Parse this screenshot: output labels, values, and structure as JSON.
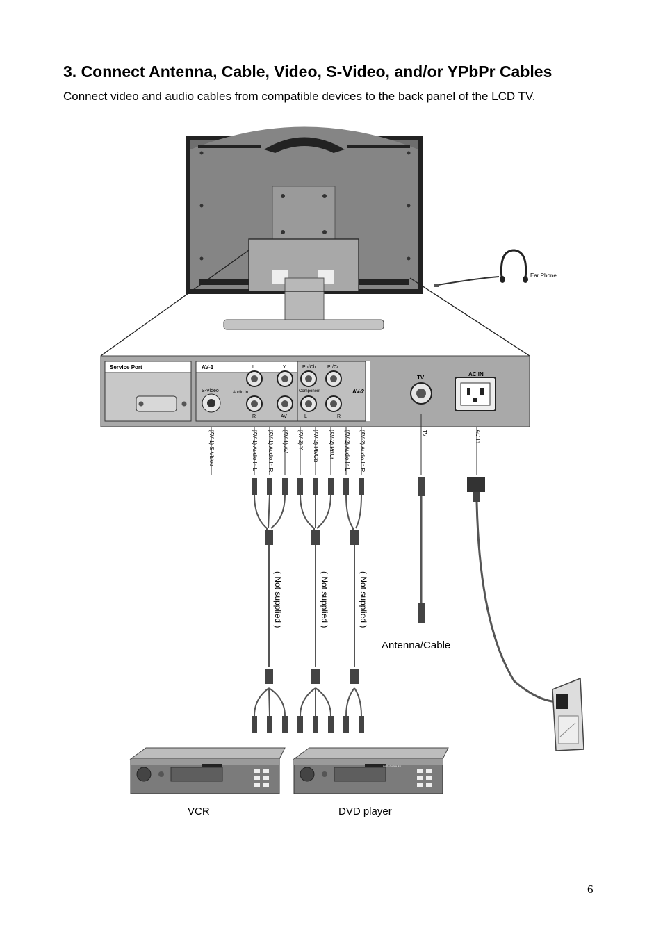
{
  "page": {
    "heading": "3. Connect Antenna, Cable, Video, S-Video, and/or YPbPr Cables",
    "intro": "Connect video and audio cables from compatible devices to the back panel of the LCD TV.",
    "page_number": "6"
  },
  "diagram": {
    "ear_phone": "Ear Phone",
    "panel": {
      "service_port": "Service Port",
      "av1": "AV-1",
      "av2": "AV-2",
      "s_video": "S-Video",
      "audio_in": "Audio In",
      "l": "L",
      "r": "R",
      "av": "AV",
      "y": "Y",
      "pb_cb": "Pb/Cb",
      "pr_cr": "Pr/Cr",
      "component": "Component",
      "tv": "TV",
      "ac_in": "AC IN"
    },
    "cable_labels": [
      "(AV-1) S-Video",
      "(AV-1) Audio In L",
      "(AV-1) Audio In R",
      "(AV-1) AV",
      "(AV-2) Y",
      "(AV-2) Pb/Cb",
      "(AV-2) Pr/Cr",
      "(AV-2) Audio In L",
      "(AV-2) Audio In R",
      "TV",
      "AC In"
    ],
    "not_supplied": "( Not supplied )",
    "antenna_cable": "Antenna/Cable",
    "vcr": "VCR",
    "dvd_player": "DVD player",
    "dvd_display": "DVD DISPLAY"
  }
}
